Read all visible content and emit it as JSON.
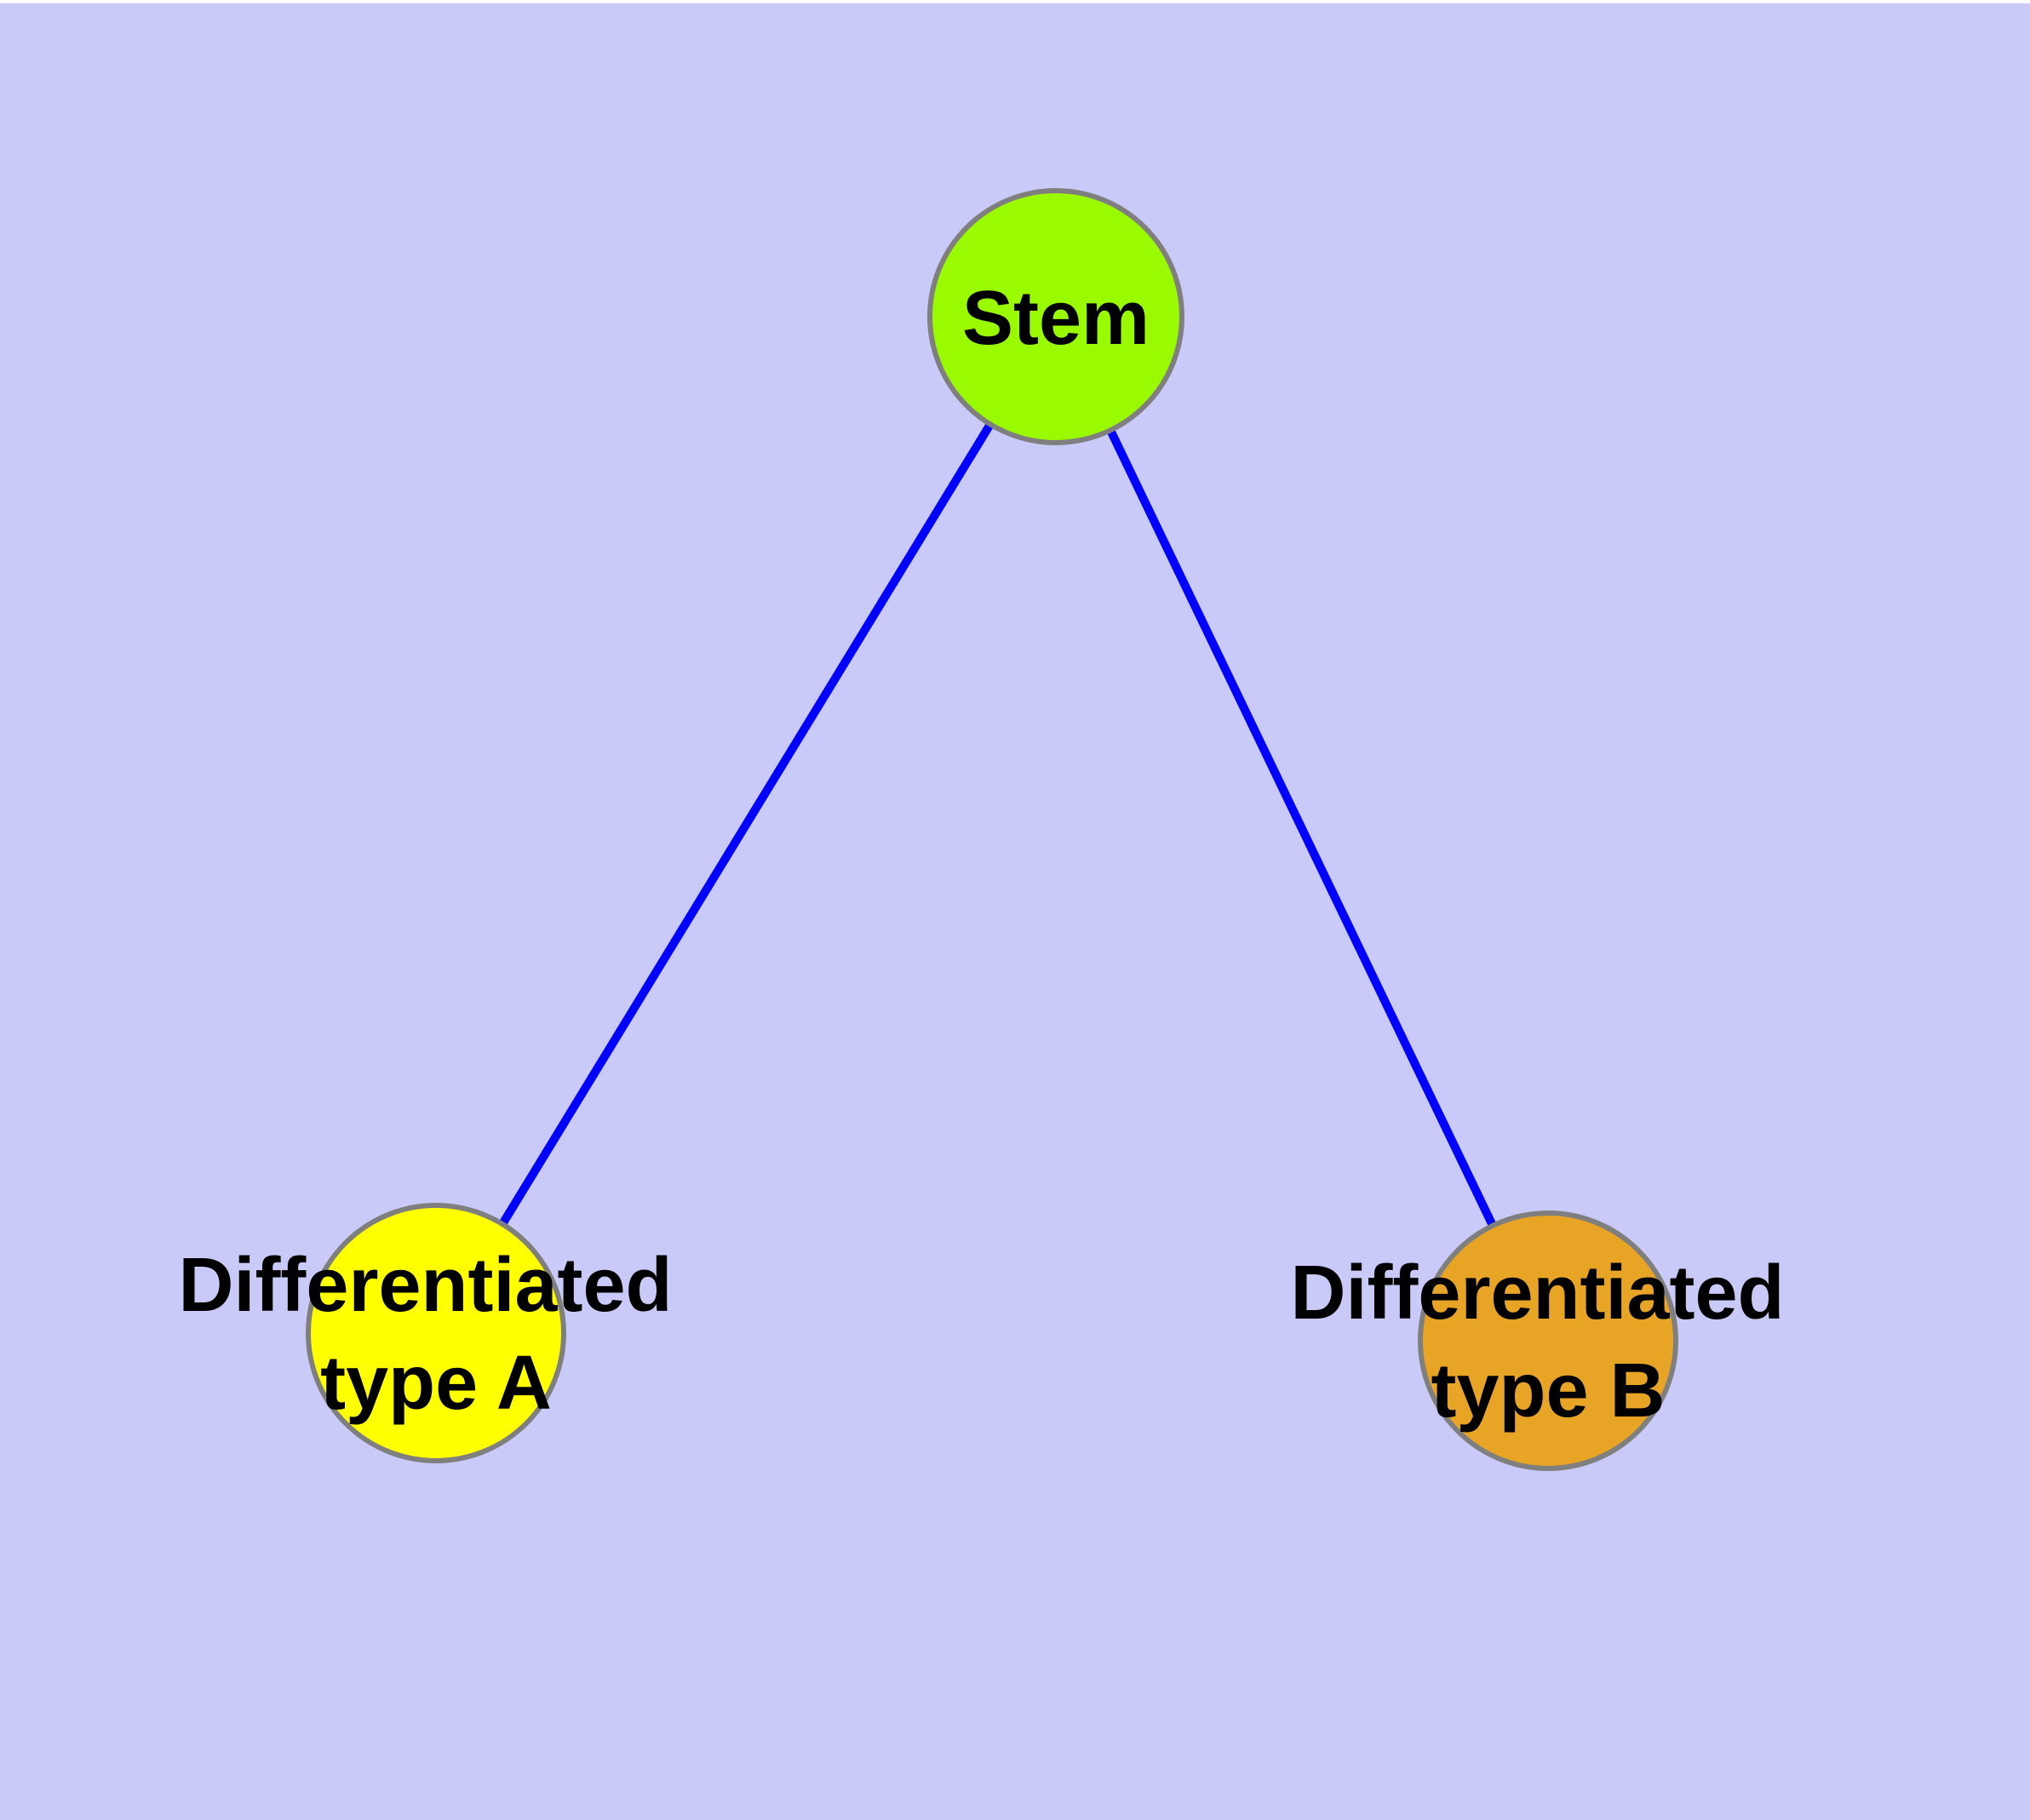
{
  "figure": {
    "type": "node-link-graph",
    "background_color": "#CACAF8",
    "top_edge_color": "#FFFFFF",
    "edge_color": "#0000FF",
    "node_border_color": "#7F7F7F",
    "label_color": "#000000",
    "nodes": {
      "stem": {
        "label": "Stem",
        "fill": "#9AFA00"
      },
      "type_a": {
        "label_line1": "Differentiated",
        "label_line2": "type A",
        "fill": "#FFFF00"
      },
      "type_b": {
        "label_line1": "Differentiated",
        "label_line2": "type B",
        "fill": "#E8A425"
      }
    },
    "edges": [
      {
        "from": "Stem",
        "to": "Differentiated type A"
      },
      {
        "from": "Stem",
        "to": "Differentiated type B"
      }
    ]
  }
}
